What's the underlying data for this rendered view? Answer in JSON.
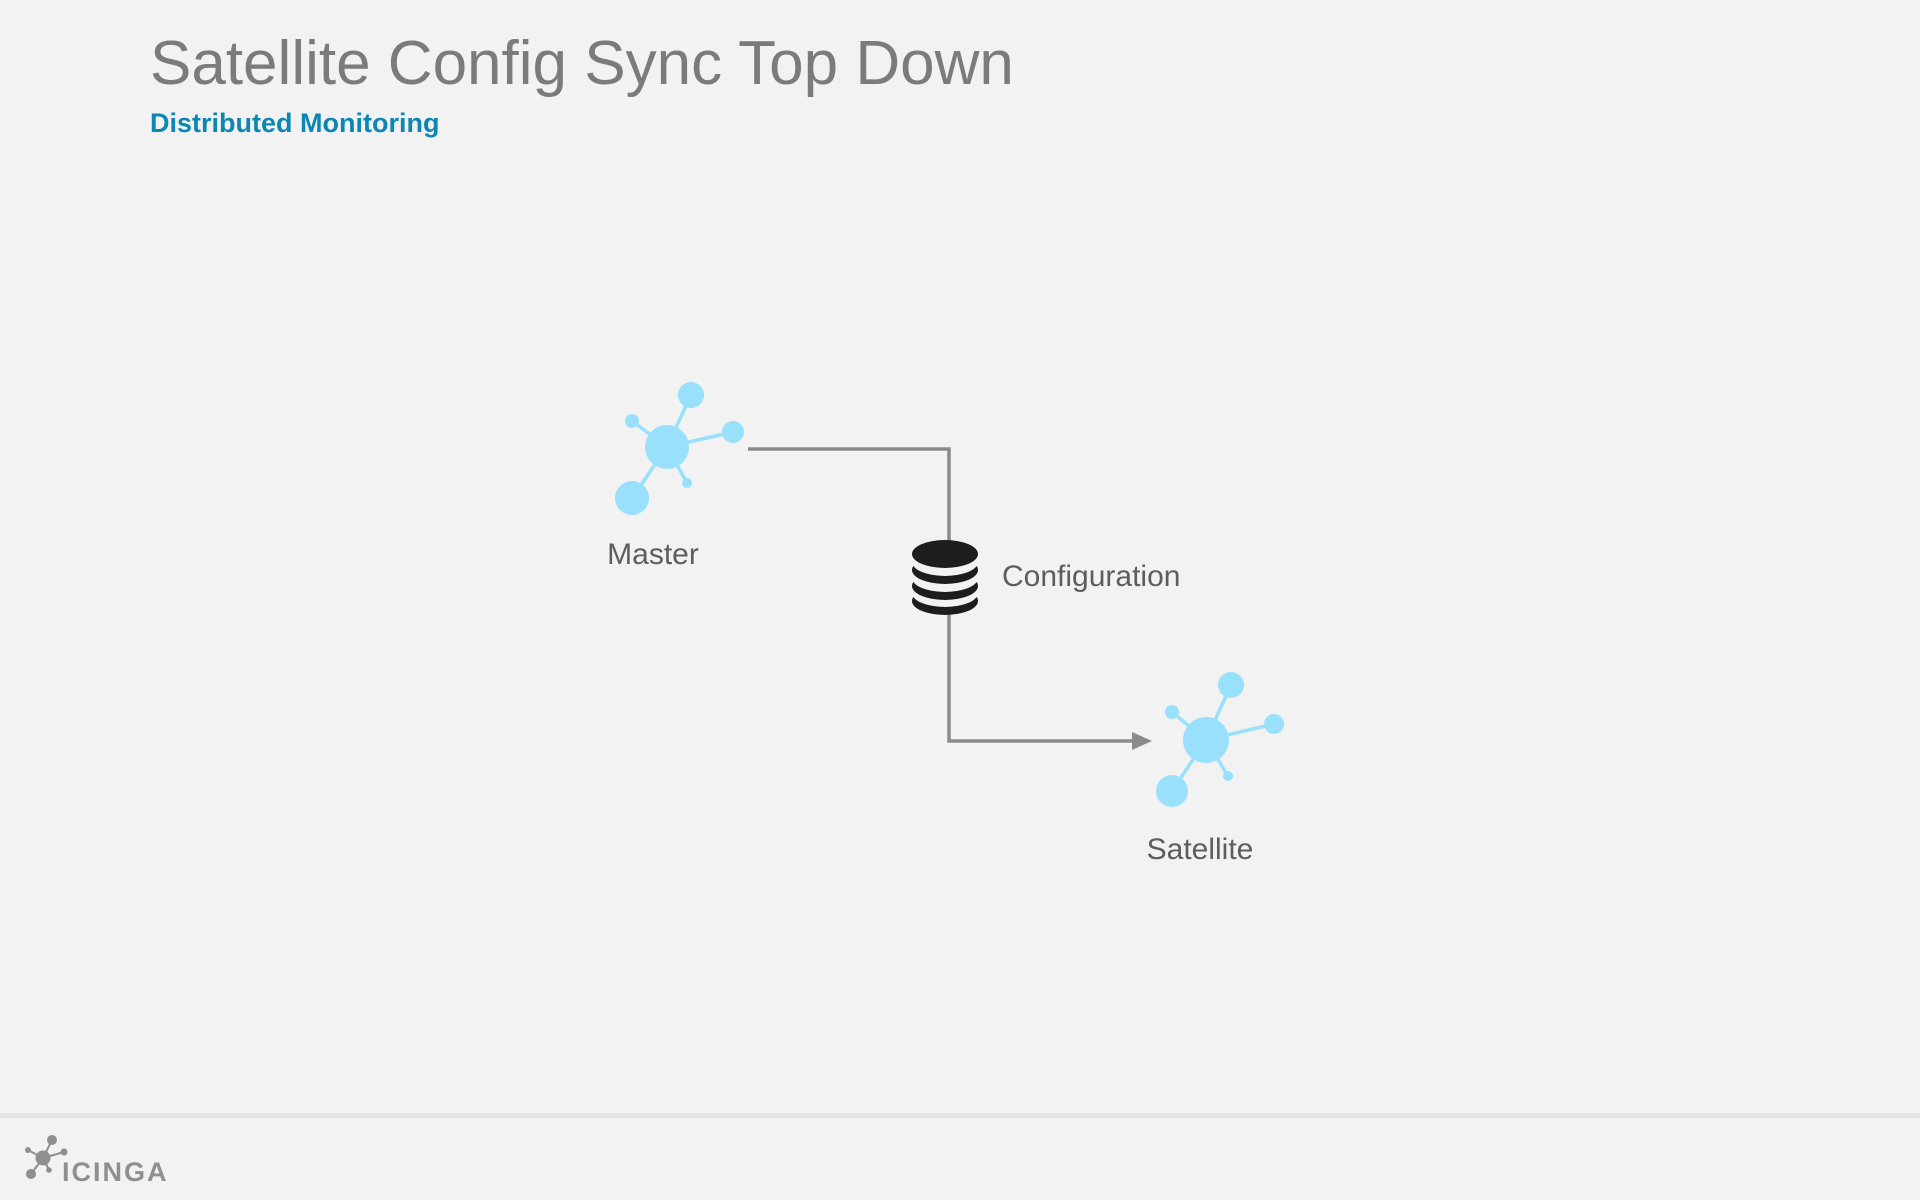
{
  "page": {
    "background_color": "#f2f2f2"
  },
  "header": {
    "title": "Satellite Config Sync Top Down",
    "title_color": "#7b7b7b",
    "subtitle": "Distributed Monitoring",
    "subtitle_color": "#0d86b2"
  },
  "diagram": {
    "nodes": [
      {
        "id": "master",
        "label": "Master",
        "icon": "icinga-node-icon",
        "icon_color": "#99e0fd"
      },
      {
        "id": "configuration",
        "label": "Configuration",
        "icon": "database-icon",
        "icon_color": "#1d1d1d"
      },
      {
        "id": "satellite",
        "label": "Satellite",
        "icon": "icinga-node-icon",
        "icon_color": "#99e0fd"
      }
    ],
    "edges": [
      {
        "from": "master",
        "to": "satellite",
        "via": "configuration",
        "style": "elbow",
        "arrowhead": "end",
        "color": "#8a8a8a"
      }
    ],
    "label_color": "#5d5d5d"
  },
  "footer": {
    "logo_icon": "icinga-logo-icon",
    "logo_text": "ICINGA",
    "logo_color": "#8f8f8f",
    "divider_color": "#e4e4e4"
  }
}
